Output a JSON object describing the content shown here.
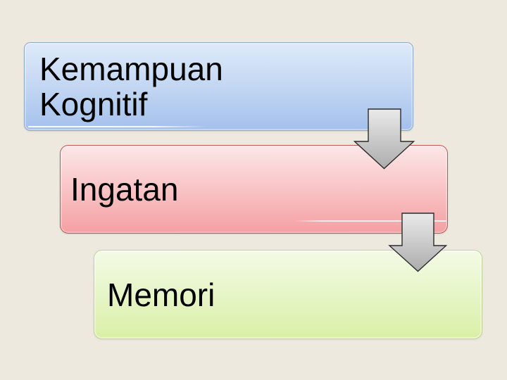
{
  "slide": {
    "background_color": "#EDE9DE",
    "text_color": "#000000"
  },
  "diagram": {
    "type": "vertical-staggered-cascade-list",
    "boxes": [
      {
        "id": "kemampuan-kognitif",
        "label": "Kemampuan\nKognitif",
        "fill_top": "#DEEAFA",
        "fill_bottom": "#A4C0EC",
        "border_color": "#8FA9CD"
      },
      {
        "id": "ingatan",
        "label": "Ingatan",
        "fill_top": "#FCE7E8",
        "fill_bottom": "#F4A0A3",
        "border_color": "#BE5857"
      },
      {
        "id": "memori",
        "label": "Memori",
        "fill_top": "#F4FAE6",
        "fill_bottom": "#D9F0A6",
        "border_color": "#C2D49A"
      }
    ],
    "arrows": [
      {
        "id": "arrow-1",
        "direction": "down"
      },
      {
        "id": "arrow-2",
        "direction": "down"
      }
    ],
    "arrow_fill_top": "#EAEAEA",
    "arrow_fill_bottom": "#ACACAC",
    "arrow_outline_color": "#2B2B2B"
  }
}
